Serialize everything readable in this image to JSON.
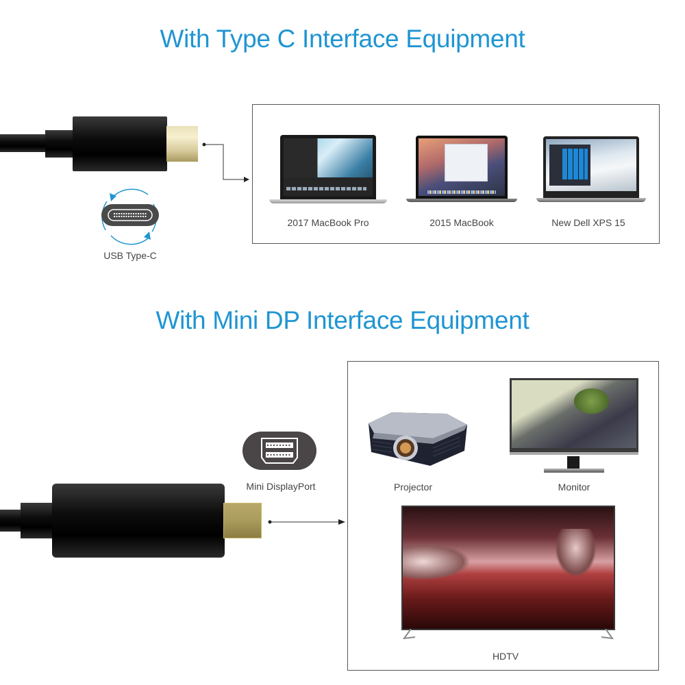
{
  "sections": [
    {
      "title": "With Type C Interface Equipment",
      "connector_label": "USB Type-C",
      "connector_icon": "usb-c-port-icon",
      "devices": [
        {
          "label": "2017 MacBook Pro",
          "icon": "laptop-icon"
        },
        {
          "label": "2015 MacBook",
          "icon": "laptop-icon"
        },
        {
          "label": "New Dell XPS 15",
          "icon": "laptop-icon"
        }
      ]
    },
    {
      "title": "With Mini DP Interface Equipment",
      "connector_label": "Mini DisplayPort",
      "connector_icon": "mini-displayport-icon",
      "devices": [
        {
          "label": "Projector",
          "icon": "projector-icon"
        },
        {
          "label": "Monitor",
          "icon": "monitor-icon"
        },
        {
          "label": "HDTV",
          "icon": "tv-icon"
        }
      ]
    }
  ],
  "colors": {
    "title": "#1f95d2",
    "arrow_ring": "#1f95d2",
    "label": "#444444",
    "border": "#555555",
    "cable": "#0d0d0d",
    "gold_tip": "#d6c99a"
  }
}
